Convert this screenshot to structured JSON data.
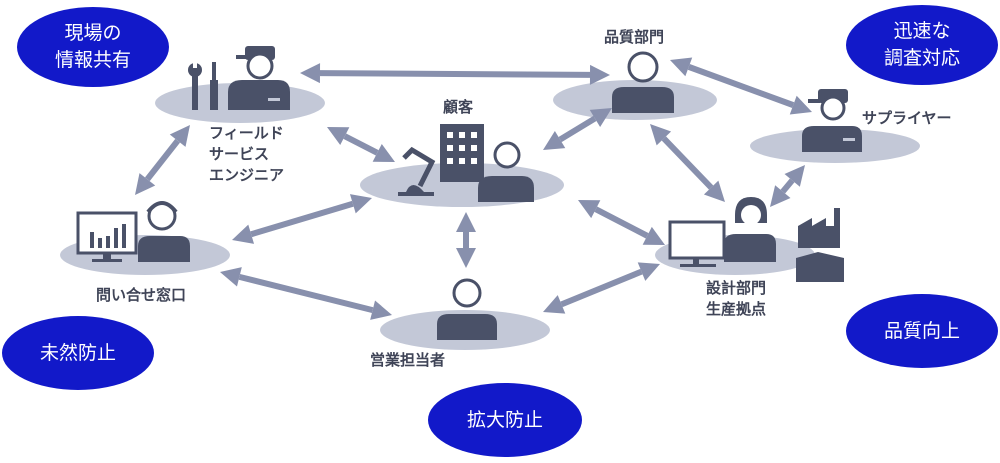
{
  "colors": {
    "benefit": "#1219c9",
    "icon": "#4a5168",
    "platform": "#c3c8d7",
    "arrow": "#8890ad"
  },
  "benefits": {
    "info_share": [
      "現場の",
      "情報共有"
    ],
    "quick_investigation": [
      "迅速な",
      "調査対応"
    ],
    "prevention": "未然防止",
    "quality_improvement": "品質向上",
    "spread_prevention": "拡大防止"
  },
  "nodes": {
    "field_engineer": [
      "フィールド",
      "サービス",
      "エンジニア"
    ],
    "customer": "顧客",
    "quality_dept": "品質部門",
    "supplier": "サプライヤー",
    "design_production": [
      "設計部門",
      "生産拠点"
    ],
    "contact_desk": "問い合せ窓口",
    "sales": "営業担当者"
  }
}
